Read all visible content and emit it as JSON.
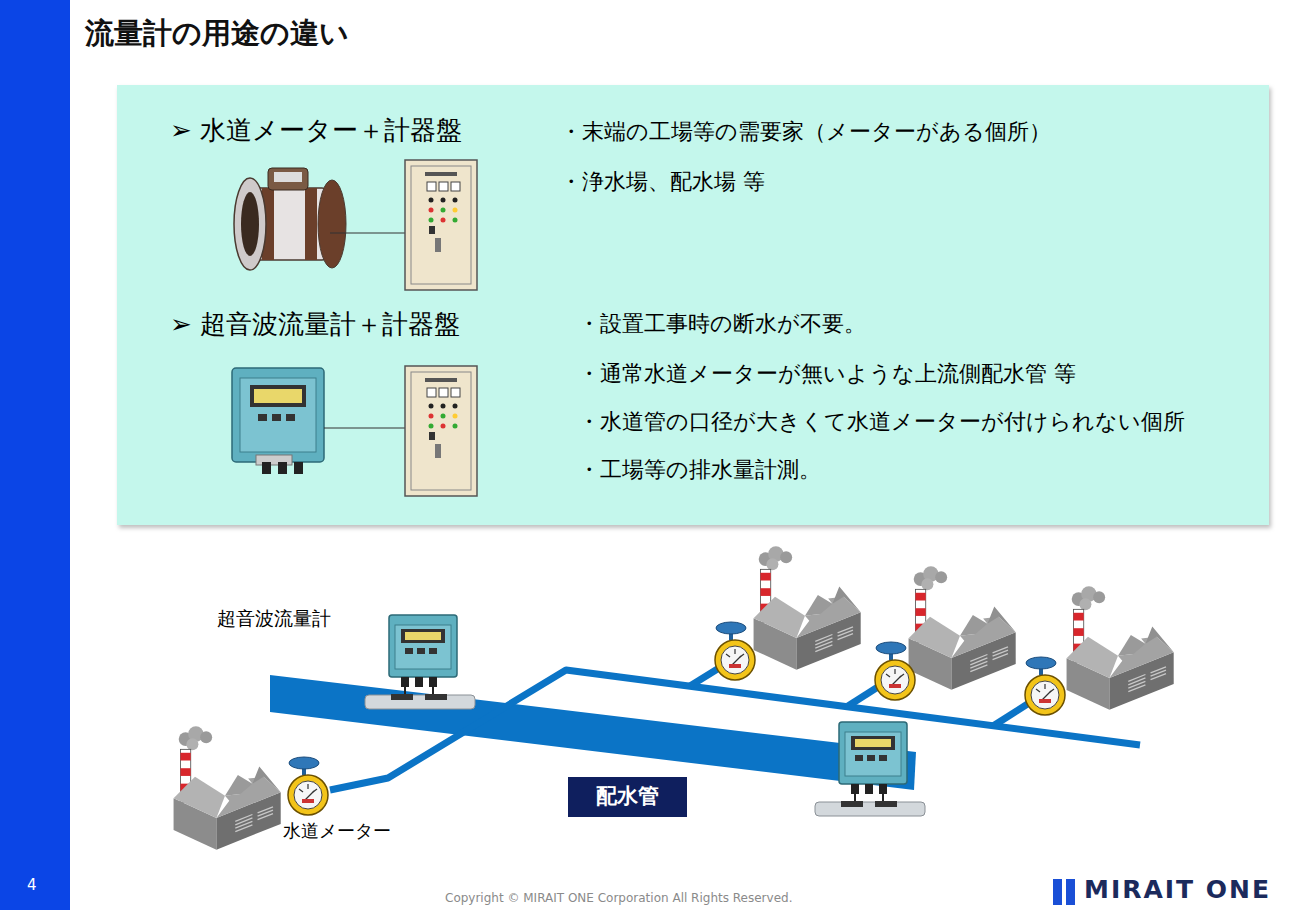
{
  "diagram": {
    "title": "流量計の用途の違い",
    "nodes": [
      {
        "text": [
          "➢ 水道メーター＋計器盤",
          "・末端の工場等の需要家（メーターがある個所）",
          "・浄水場、配水場 等",
          "➢ 超音波流量計＋計器盤",
          "・設置工事時の断水が不要。",
          "・通常水道メーターが無いような上流側配水管 等",
          "・水道管の口径が大きくて水道メーターが付けられない個所",
          "・工場等の排水量計測。"
        ]
      },
      {
        "text": [
          "配水管"
        ]
      }
    ],
    "labels": [
      "超音波流量計",
      "水道メーター",
      "4",
      "Copyright © MIRAIT ONE Corporation All Rights Reserved.",
      "MIRAIT ONE"
    ]
  }
}
